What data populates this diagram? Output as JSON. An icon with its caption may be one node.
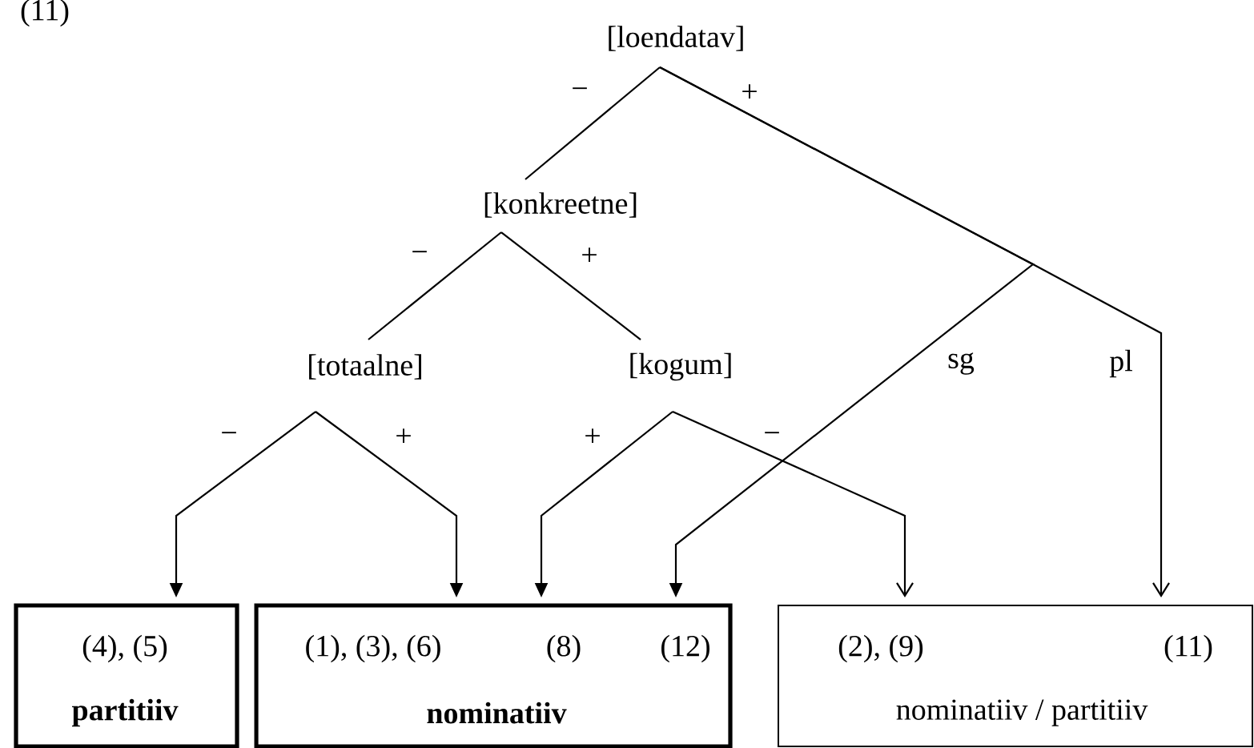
{
  "diagram": {
    "nodes": [
      {
        "text": [
          "[loendatav]"
        ]
      },
      {
        "text": [
          "[konkreetne]"
        ]
      },
      {
        "text": [
          "[totaalne]"
        ]
      },
      {
        "text": [
          "[kogum]"
        ]
      },
      {
        "text": [
          "(4), (5)",
          "partitiiv"
        ]
      },
      {
        "text": [
          "(1), (3), (6)",
          "(8)",
          "(12)",
          "nominatiiv"
        ]
      },
      {
        "text": [
          "(2), (9)",
          "(11)",
          "nominatiiv / partitiiv"
        ]
      }
    ],
    "edges": [
      {
        "from": 0,
        "to": 1,
        "arrow": "none",
        "label": "−"
      },
      {
        "from": 0,
        "to": 5,
        "arrow": "to",
        "label": "sg"
      },
      {
        "from": 0,
        "to": 6,
        "arrow": "to",
        "label": "pl"
      },
      {
        "from": 1,
        "to": 2,
        "arrow": "none",
        "label": "−"
      },
      {
        "from": 1,
        "to": 3,
        "arrow": "none",
        "label": "+"
      },
      {
        "from": 2,
        "to": 4,
        "arrow": "to",
        "label": "−"
      },
      {
        "from": 2,
        "to": 5,
        "arrow": "to",
        "label": "+"
      },
      {
        "from": 3,
        "to": 5,
        "arrow": "to",
        "label": "+"
      },
      {
        "from": 3,
        "to": 6,
        "arrow": "to",
        "label": "−"
      }
    ],
    "labels": [
      "(11)",
      "+"
    ]
  }
}
